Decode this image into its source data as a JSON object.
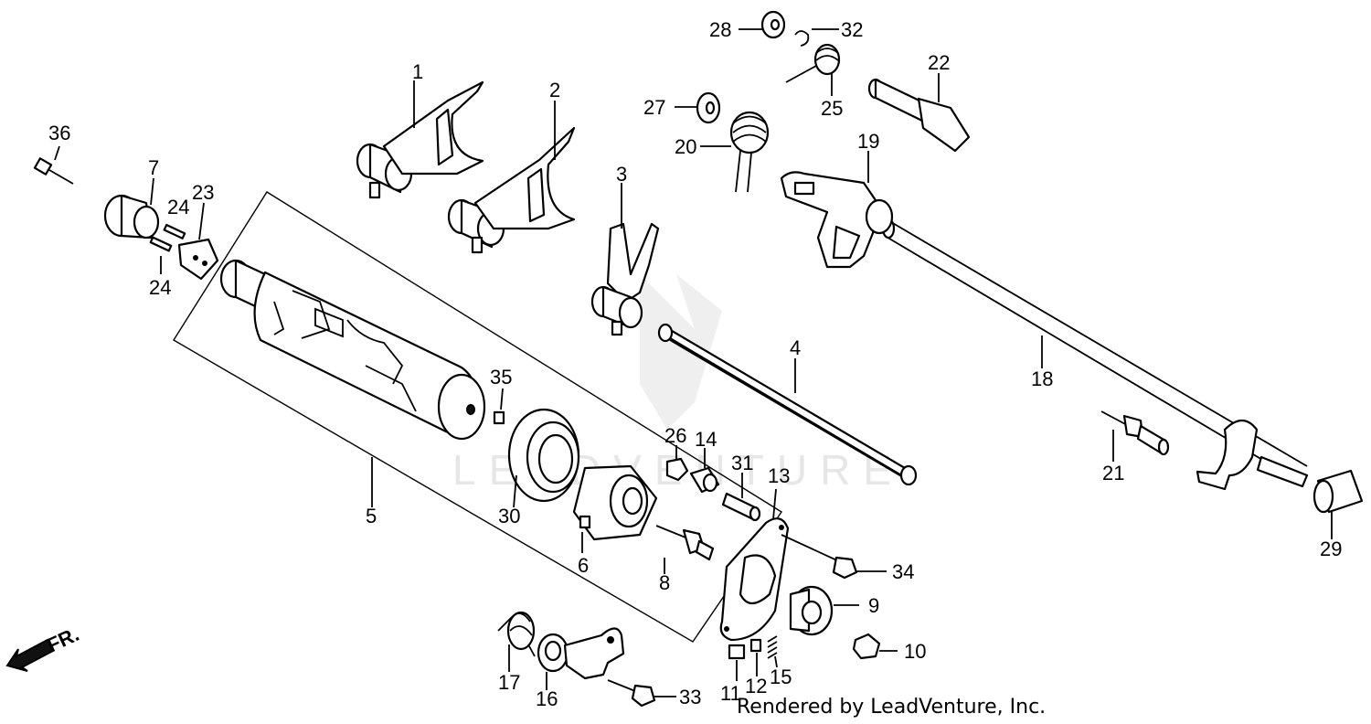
{
  "watermark": "LEADVENTURE",
  "credit": "Rendered by LeadVenture, Inc.",
  "front_marker": "FR.",
  "labels": [
    {
      "id": "p1",
      "text": "1"
    },
    {
      "id": "p2",
      "text": "2"
    },
    {
      "id": "p3",
      "text": "3"
    },
    {
      "id": "p4",
      "text": "4"
    },
    {
      "id": "p5",
      "text": "5"
    },
    {
      "id": "p6",
      "text": "6"
    },
    {
      "id": "p7",
      "text": "7"
    },
    {
      "id": "p8",
      "text": "8"
    },
    {
      "id": "p9",
      "text": "9"
    },
    {
      "id": "p10",
      "text": "10"
    },
    {
      "id": "p11",
      "text": "11"
    },
    {
      "id": "p12",
      "text": "12"
    },
    {
      "id": "p13",
      "text": "13"
    },
    {
      "id": "p14",
      "text": "14"
    },
    {
      "id": "p15",
      "text": "15"
    },
    {
      "id": "p16",
      "text": "16"
    },
    {
      "id": "p17",
      "text": "17"
    },
    {
      "id": "p18",
      "text": "18"
    },
    {
      "id": "p19",
      "text": "19"
    },
    {
      "id": "p20",
      "text": "20"
    },
    {
      "id": "p21",
      "text": "21"
    },
    {
      "id": "p22",
      "text": "22"
    },
    {
      "id": "p23",
      "text": "23"
    },
    {
      "id": "p24a",
      "text": "24"
    },
    {
      "id": "p24b",
      "text": "24"
    },
    {
      "id": "p25",
      "text": "25"
    },
    {
      "id": "p26",
      "text": "26"
    },
    {
      "id": "p27",
      "text": "27"
    },
    {
      "id": "p28",
      "text": "28"
    },
    {
      "id": "p29",
      "text": "29"
    },
    {
      "id": "p30",
      "text": "30"
    },
    {
      "id": "p31",
      "text": "31"
    },
    {
      "id": "p32",
      "text": "32"
    },
    {
      "id": "p33",
      "text": "33"
    },
    {
      "id": "p34",
      "text": "34"
    },
    {
      "id": "p35",
      "text": "35"
    },
    {
      "id": "p36",
      "text": "36"
    }
  ]
}
